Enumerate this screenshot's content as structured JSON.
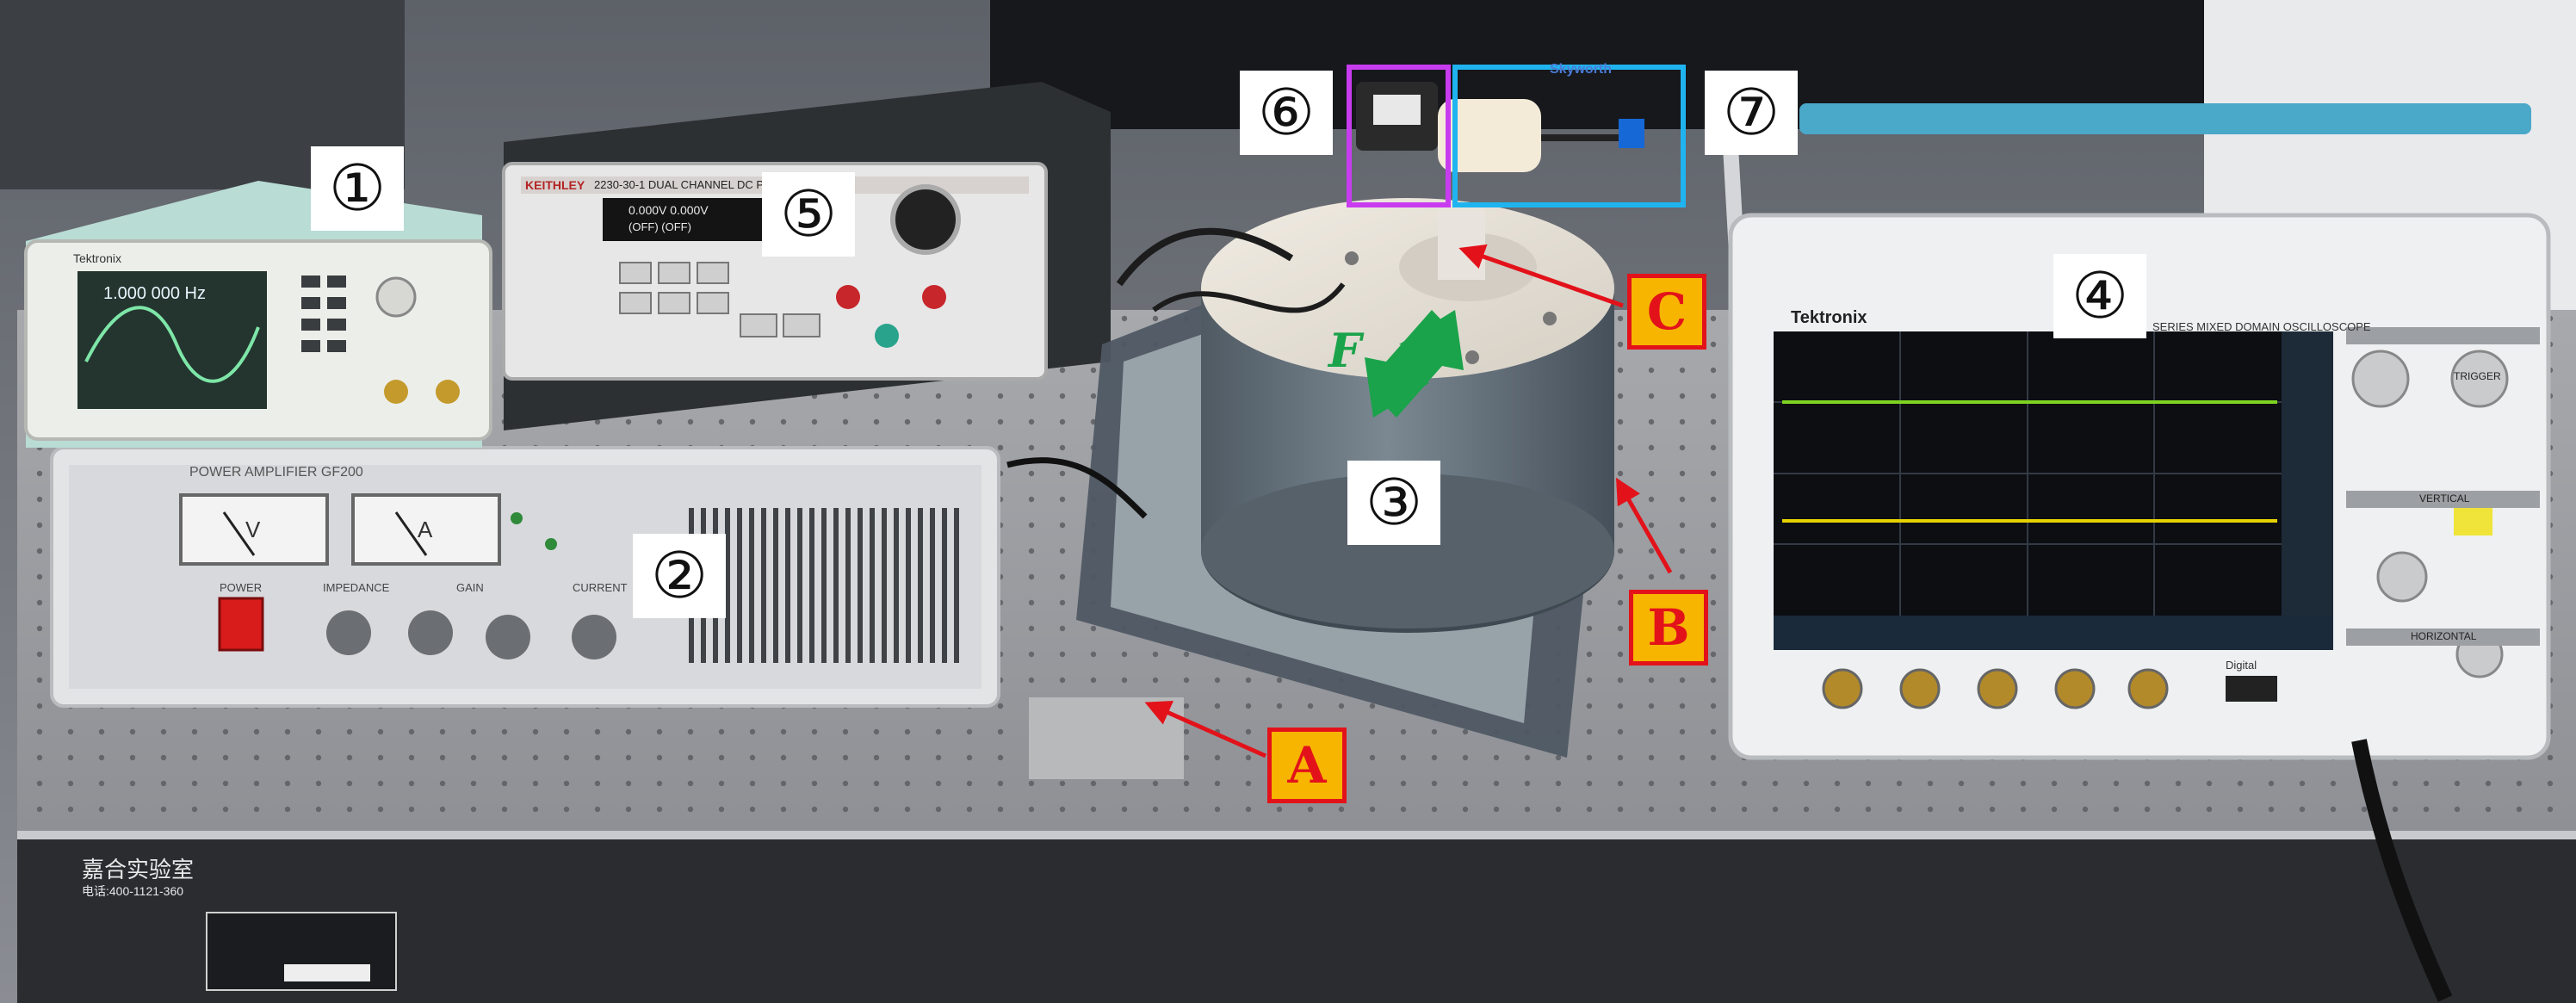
{
  "labels": {
    "n1": "①",
    "n2": "②",
    "n3": "③",
    "n4": "④",
    "n5": "⑤",
    "n6": "⑥",
    "n7": "⑦",
    "a": "A",
    "b": "B",
    "c": "C",
    "force": "F"
  },
  "device_text": {
    "function_generator_brand": "Tektronix",
    "function_generator_freq": "1.000 000 Hz",
    "power_supply_brand": "KEITHLEY",
    "power_supply_model": "2230-30-1  DUAL CHANNEL DC POWER SUPPLY",
    "power_supply_readout": "0.000V   0.000V",
    "power_supply_status": "(OFF)      (OFF)",
    "amplifier_title": "POWER AMPLIFIER   GF200",
    "amplifier_meter_v": "V",
    "amplifier_meter_a": "A",
    "amplifier_power": "POWER",
    "amplifier_impedance": "IMPEDANCE",
    "amplifier_gain": "GAIN",
    "amplifier_current": "CURRENT",
    "oscilloscope_brand": "Tektronix",
    "oscilloscope_series": "SERIES   MIXED DOMAIN OSCILLOSCOPE",
    "oscilloscope_trigger": "TRIGGER",
    "oscilloscope_vertical": "VERTICAL",
    "oscilloscope_horizontal": "HORIZONTAL",
    "oscilloscope_digital": "Digital",
    "sensor_brand": "Skyworth",
    "lab_sign": "嘉合实验室",
    "lab_phone": "电话:400-1121-360"
  },
  "colors": {
    "label_fill": "#f7b500",
    "label_text": "#e3121a",
    "arrow": "#e3121a",
    "force_arrow": "#1aa34a",
    "box_purple": "#c83cf0",
    "box_blue": "#1fb4f0",
    "trace_green": "#7ed321",
    "trace_yellow": "#e6d200"
  }
}
